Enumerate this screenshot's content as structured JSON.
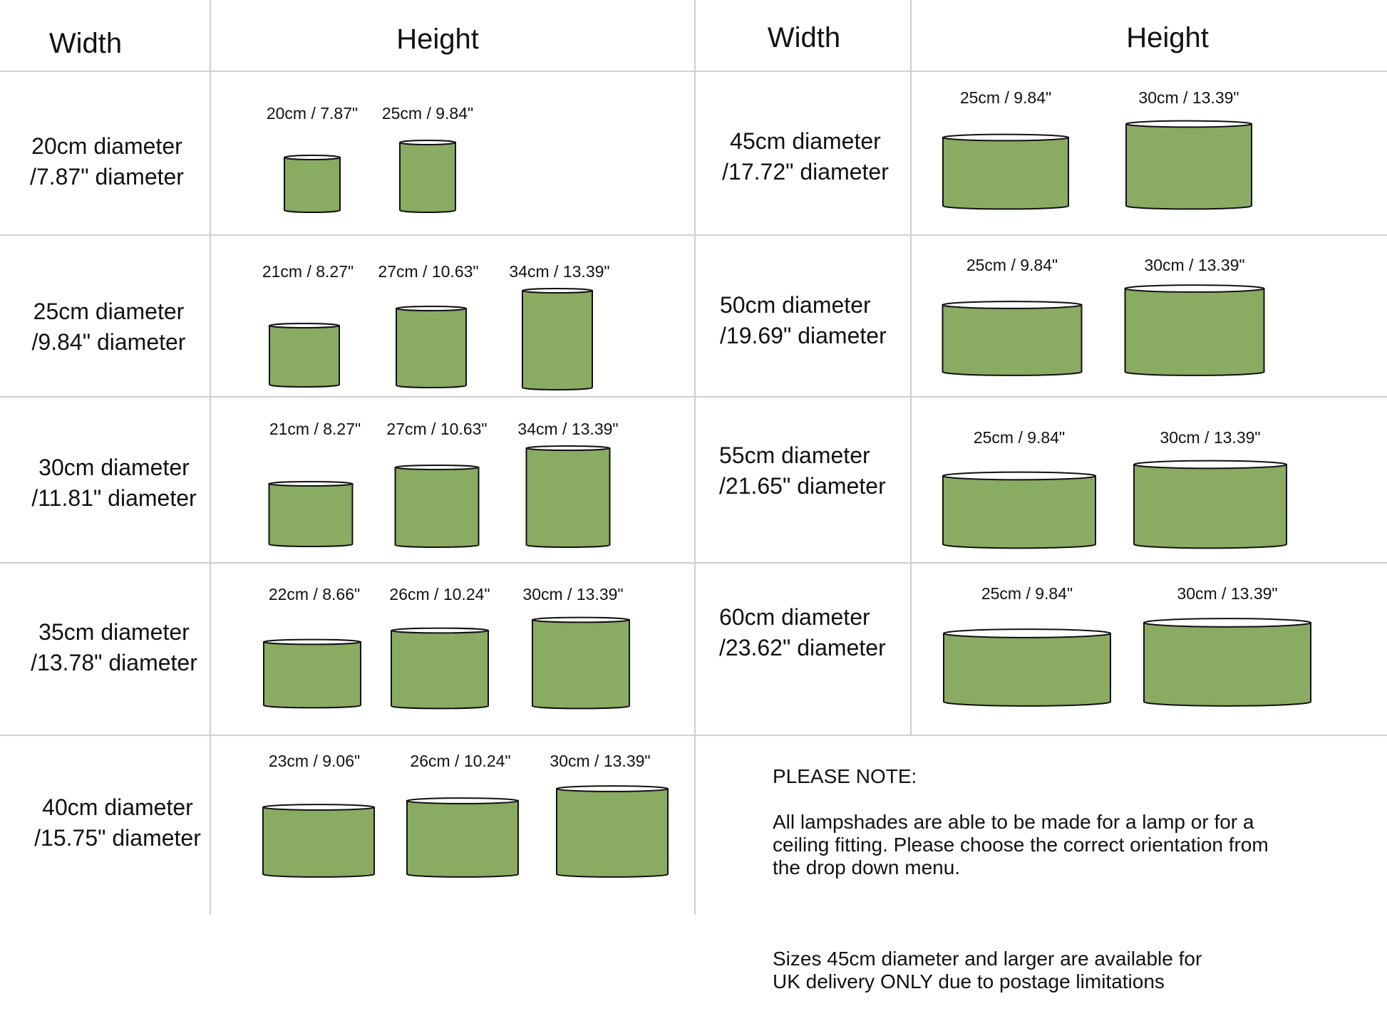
{
  "headers": {
    "left_width": "Width",
    "left_height": "Height",
    "right_width": "Width",
    "right_height": "Height"
  },
  "rows_left": [
    {
      "width_label_1": "20cm diameter",
      "width_label_2": "/7.87\" diameter",
      "shades": [
        {
          "label": "20cm / 7.87\""
        },
        {
          "label": "25cm / 9.84\""
        }
      ]
    },
    {
      "width_label_1": "25cm diameter",
      "width_label_2": "/9.84\" diameter",
      "shades": [
        {
          "label": "21cm / 8.27\""
        },
        {
          "label": "27cm / 10.63\""
        },
        {
          "label": "34cm / 13.39\""
        }
      ]
    },
    {
      "width_label_1": "30cm diameter",
      "width_label_2": "/11.81\" diameter",
      "shades": [
        {
          "label": "21cm / 8.27\""
        },
        {
          "label": "27cm / 10.63\""
        },
        {
          "label": "34cm / 13.39\""
        }
      ]
    },
    {
      "width_label_1": "35cm diameter",
      "width_label_2": "/13.78\" diameter",
      "shades": [
        {
          "label": "22cm / 8.66\""
        },
        {
          "label": "26cm / 10.24\""
        },
        {
          "label": "30cm / 13.39\""
        }
      ]
    },
    {
      "width_label_1": "40cm diameter",
      "width_label_2": "/15.75\" diameter",
      "shades": [
        {
          "label": "23cm / 9.06\""
        },
        {
          "label": "26cm / 10.24\""
        },
        {
          "label": "30cm / 13.39\""
        }
      ]
    }
  ],
  "rows_right": [
    {
      "width_label_1": "45cm diameter",
      "width_label_2": "/17.72\" diameter",
      "shades": [
        {
          "label": "25cm / 9.84\""
        },
        {
          "label": "30cm / 13.39\""
        }
      ]
    },
    {
      "width_label_1": "50cm diameter",
      "width_label_2": "/19.69\" diameter",
      "shades": [
        {
          "label": "25cm / 9.84\""
        },
        {
          "label": "30cm / 13.39\""
        }
      ]
    },
    {
      "width_label_1": "55cm diameter",
      "width_label_2": "/21.65\" diameter",
      "shades": [
        {
          "label": "25cm / 9.84\""
        },
        {
          "label": "30cm / 13.39\""
        }
      ]
    },
    {
      "width_label_1": "60cm diameter",
      "width_label_2": "/23.62\" diameter",
      "shades": [
        {
          "label": "25cm / 9.84\""
        },
        {
          "label": "30cm / 13.39\""
        }
      ]
    }
  ],
  "note": {
    "title": "PLEASE NOTE:",
    "line1": "All lampshades are able to be made for a lamp or for a\nceiling fitting. Please choose the correct orientation from\nthe drop down menu.",
    "line2": "Sizes 45cm diameter and larger are available for\nUK delivery ONLY due to postage limitations"
  },
  "colors": {
    "shade_fill": "#8aab62",
    "shade_top": "#ffffff",
    "outline": "#111111",
    "grid": "#cfcfcf"
  }
}
